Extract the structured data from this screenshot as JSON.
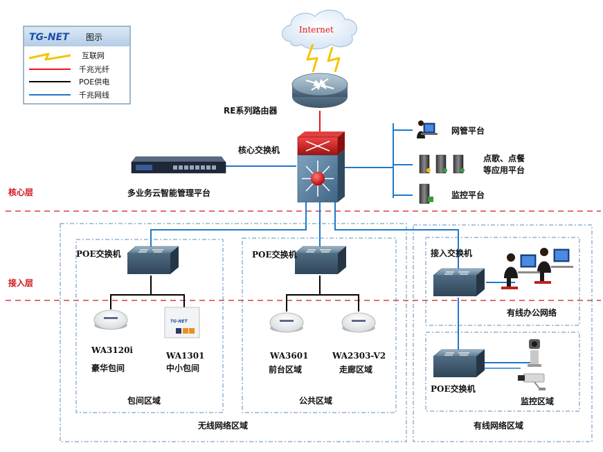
{
  "legend": {
    "brand": "TG-NET",
    "title": "图示",
    "items": [
      {
        "label": "互联网",
        "color": "#f5c400"
      },
      {
        "label": "千兆光纤",
        "color": "#e8141c"
      },
      {
        "label": "POE供电",
        "color": "#000000"
      },
      {
        "label": "千兆网线",
        "color": "#1f78c8"
      }
    ]
  },
  "internet": "Internet",
  "router": "RE系列路由器",
  "core_switch": "核心交换机",
  "cloud_platform": "多业务云智能管理平台",
  "platforms": {
    "nms": "网管平台",
    "vod_line1": "点歌、点餐",
    "vod_line2": "等应用平台",
    "monitor": "监控平台"
  },
  "layers": {
    "core": "核心层",
    "access": "接入层"
  },
  "wireless": {
    "poe_switch_1": "POE交换机",
    "poe_switch_2": "POE交换机",
    "ap1_model": "WA3120i",
    "ap1_area": "豪华包间",
    "ap2_model": "WA1301",
    "ap2_area": "中小包间",
    "ap2_brand": "TG-NET",
    "ap3_model": "WA3601",
    "ap3_area": "前台区域",
    "ap4_model": "WA2303-V2",
    "ap4_area": "走廊区域",
    "box1": "包间区域",
    "box2": "公共区域",
    "region": "无线网络区域"
  },
  "wired": {
    "access_switch": "接入交换机",
    "office": "有线办公网络",
    "poe_switch": "POE交换机",
    "monitor_area": "监控区域",
    "region": "有线网络区域"
  },
  "colors": {
    "accent_blue": "#1f78c8",
    "fiber_red": "#e8141c",
    "layer_red": "#d0141c",
    "internet_yellow": "#f5c400"
  }
}
